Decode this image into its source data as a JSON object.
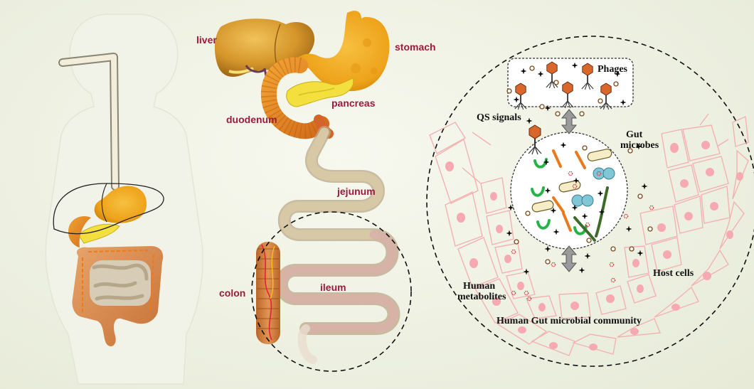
{
  "organs": {
    "liver": "liver",
    "stomach": "stomach",
    "duodenum": "duodenum",
    "pancreas": "pancreas",
    "jejunum": "jejunum",
    "colon": "colon",
    "ileum": "ileum"
  },
  "microbiome": {
    "phages": "Phages",
    "qs_signals": "QS signals",
    "gut_microbes_line1": "Gut",
    "gut_microbes_line2": "microbes",
    "host_cells": "Host cells",
    "human_metabolites_line1": "Human",
    "human_metabolites_line2": "metabolites",
    "community_title": "Human Gut microbial community"
  },
  "colors": {
    "label_red": "#9b1b3a",
    "liver": "#d89a2c",
    "stomach": "#f0a81e",
    "pancreas": "#f3df3e",
    "intestine": "#c9b89a",
    "host_cell_outline": "#f2b2b2",
    "nucleus": "#f6a9b0",
    "bacteria_green": "#28b34a",
    "bacteria_orange": "#e97b1f",
    "coccus_blue": "#7fc6d6",
    "phage_orange": "#d9662a"
  }
}
